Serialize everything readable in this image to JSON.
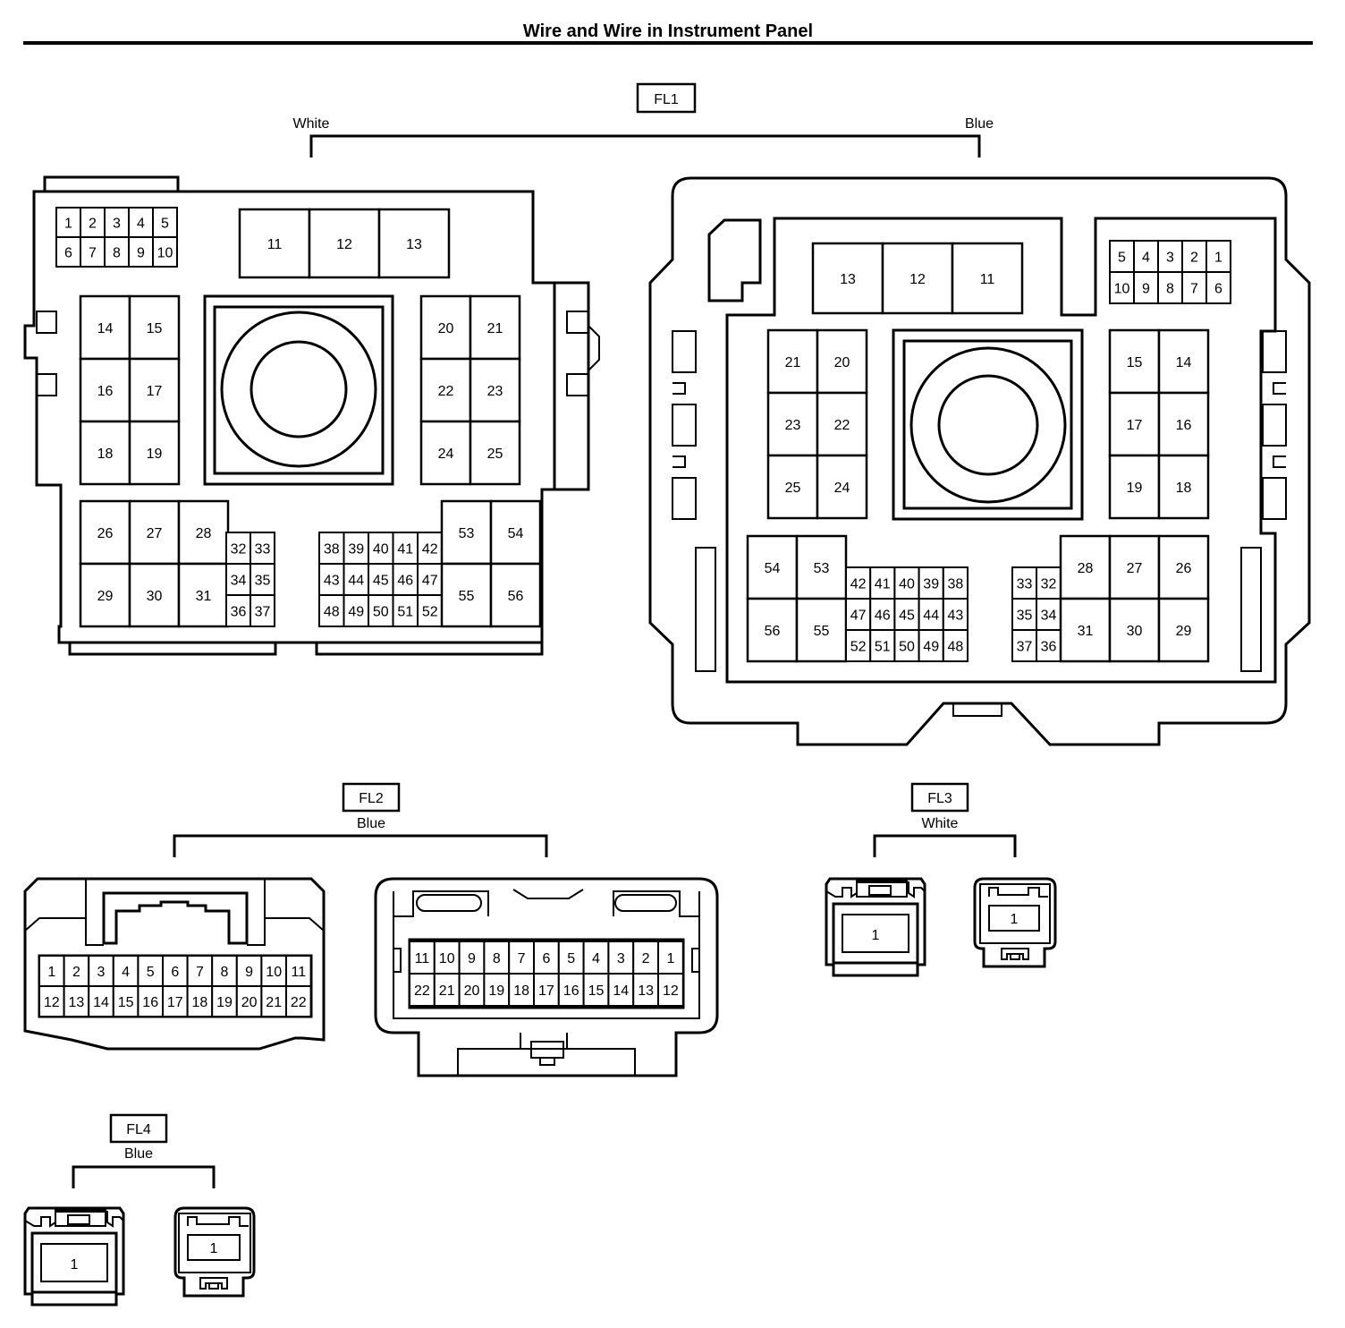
{
  "title": "Wire and Wire in Instrument Panel",
  "connectors": {
    "fl1": {
      "id": "FL1",
      "left_color": "White",
      "right_color": "Blue",
      "left_pins": {
        "small": [
          "1",
          "2",
          "3",
          "4",
          "5",
          "6",
          "7",
          "8",
          "9",
          "10"
        ],
        "top": [
          "11",
          "12",
          "13"
        ],
        "left_grid": [
          "14",
          "15",
          "16",
          "17",
          "18",
          "19"
        ],
        "right_grid": [
          "20",
          "21",
          "22",
          "23",
          "24",
          "25"
        ],
        "big": [
          "26",
          "27",
          "28",
          "29",
          "30",
          "31"
        ],
        "tiny_a": [
          "32",
          "33",
          "34",
          "35",
          "36",
          "37"
        ],
        "mid": [
          "38",
          "39",
          "40",
          "41",
          "42",
          "43",
          "44",
          "45",
          "46",
          "47",
          "48",
          "49",
          "50",
          "51",
          "52"
        ],
        "big2": [
          "53",
          "54",
          "55",
          "56"
        ]
      },
      "right_pins": {
        "small": [
          "5",
          "4",
          "3",
          "2",
          "1",
          "10",
          "9",
          "8",
          "7",
          "6"
        ],
        "top": [
          "13",
          "12",
          "11"
        ],
        "left_grid": [
          "21",
          "20",
          "23",
          "22",
          "25",
          "24"
        ],
        "right_grid": [
          "15",
          "14",
          "17",
          "16",
          "19",
          "18"
        ],
        "big2": [
          "54",
          "53",
          "56",
          "55"
        ],
        "mid": [
          "42",
          "41",
          "40",
          "39",
          "38",
          "47",
          "46",
          "45",
          "44",
          "43",
          "52",
          "51",
          "50",
          "49",
          "48"
        ],
        "tiny_a": [
          "33",
          "32",
          "35",
          "34",
          "37",
          "36"
        ],
        "big": [
          "28",
          "27",
          "26",
          "31",
          "30",
          "29"
        ]
      }
    },
    "fl2": {
      "id": "FL2",
      "color": "Blue",
      "left_row1": [
        "1",
        "2",
        "3",
        "4",
        "5",
        "6",
        "7",
        "8",
        "9",
        "10",
        "11"
      ],
      "left_row2": [
        "12",
        "13",
        "14",
        "15",
        "16",
        "17",
        "18",
        "19",
        "20",
        "21",
        "22"
      ],
      "right_row1": [
        "11",
        "10",
        "9",
        "8",
        "7",
        "6",
        "5",
        "4",
        "3",
        "2",
        "1"
      ],
      "right_row2": [
        "22",
        "21",
        "20",
        "19",
        "18",
        "17",
        "16",
        "15",
        "14",
        "13",
        "12"
      ]
    },
    "fl3": {
      "id": "FL3",
      "color": "White",
      "left_pin": "1",
      "right_pin": "1"
    },
    "fl4": {
      "id": "FL4",
      "color": "Blue",
      "left_pin": "1",
      "right_pin": "1"
    }
  }
}
